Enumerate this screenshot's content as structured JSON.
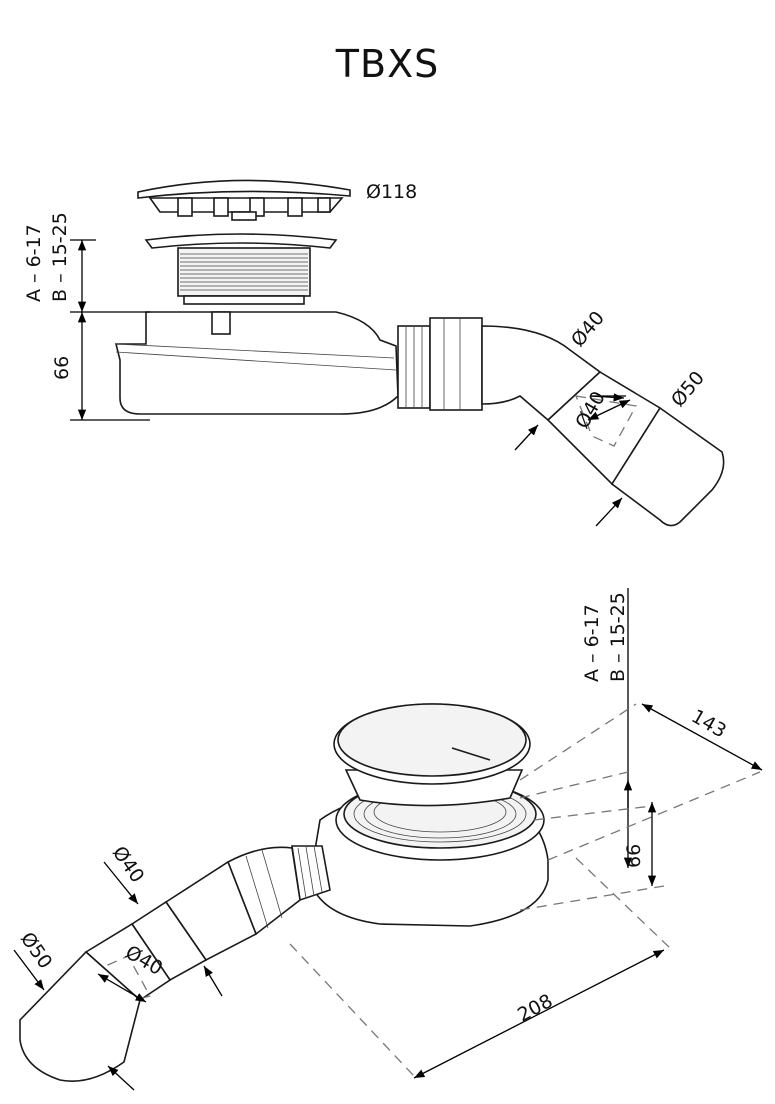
{
  "title": "TBXS",
  "top_view": {
    "grate_diameter": "Ø118",
    "dim_a": "A – 6-17",
    "dim_b": "B – 15-25",
    "height": "66",
    "outlet_inner": "Ø40",
    "outlet_outer": "Ø50",
    "outlet_adapter": "Ø40"
  },
  "iso_view": {
    "dim_a": "A – 6-17",
    "dim_b": "B – 15-25",
    "width": "143",
    "height": "66",
    "length": "208",
    "outlet_inner": "Ø40",
    "outlet_outer": "Ø50",
    "outlet_adapter": "Ø40"
  }
}
